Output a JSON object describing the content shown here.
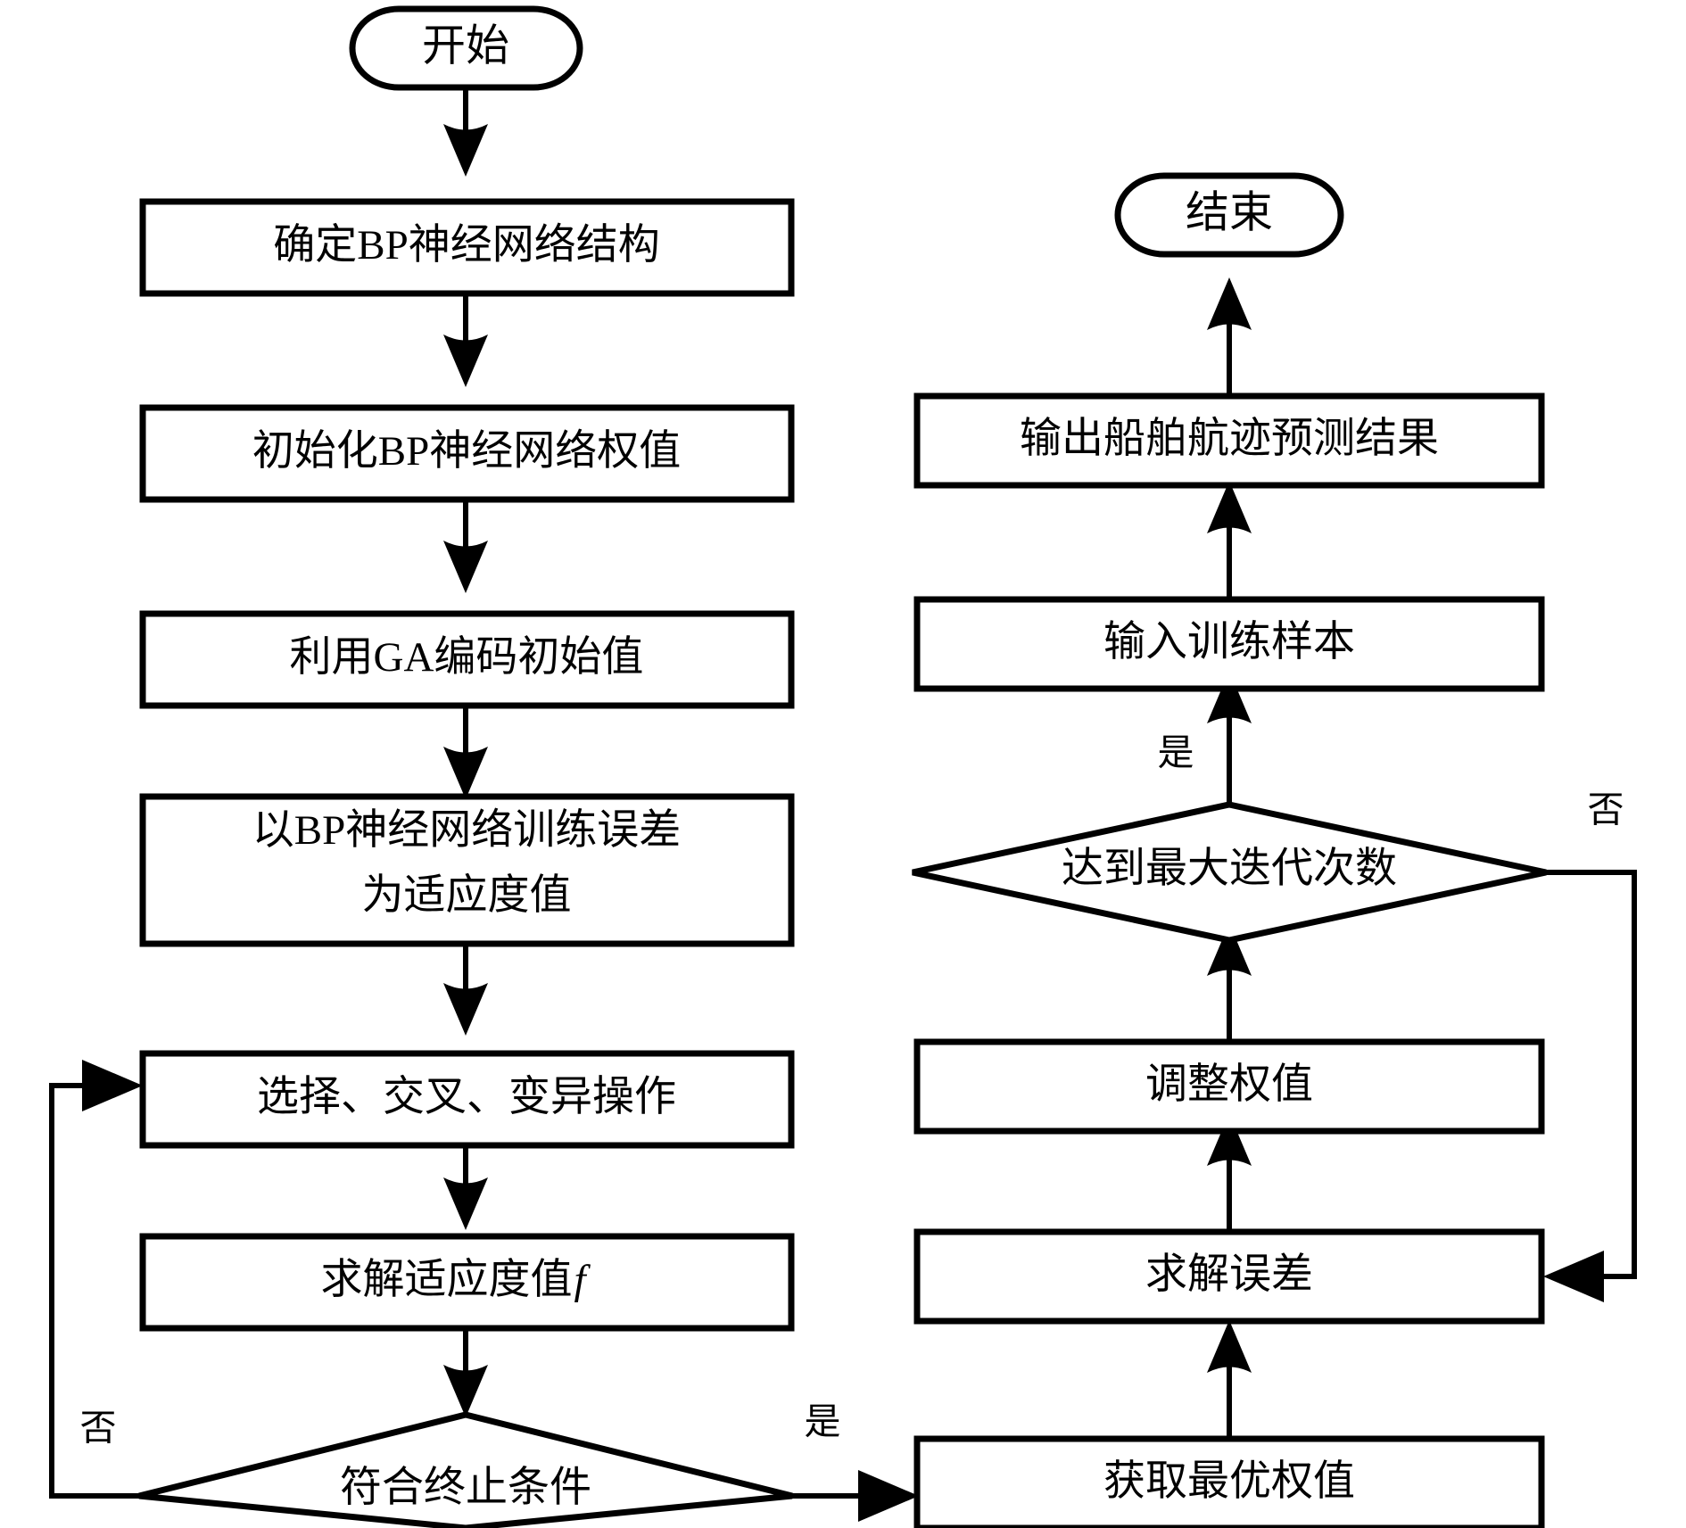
{
  "diagram": {
    "title": "GA-BP neural network ship trajectory prediction flowchart",
    "type": "flowchart",
    "language": "zh-CN",
    "colors": {
      "stroke": "#000000",
      "fill": "#ffffff",
      "background": "#ffffff"
    },
    "nodes": [
      {
        "id": "start",
        "shape": "terminator",
        "text": "开始"
      },
      {
        "id": "structure",
        "shape": "process",
        "text": "确定BP神经网络结构"
      },
      {
        "id": "initweight",
        "shape": "process",
        "text": "初始化BP神经网络权值"
      },
      {
        "id": "gaencode",
        "shape": "process",
        "text": "利用GA编码初始值"
      },
      {
        "id": "fitness",
        "shape": "process",
        "text_line1": "以BP神经网络训练误差",
        "text_line2": "为适应度值"
      },
      {
        "id": "operators",
        "shape": "process",
        "text": "选择、交叉、变异操作"
      },
      {
        "id": "solvefit",
        "shape": "process",
        "text": "求解适应度值",
        "text_italic": "f"
      },
      {
        "id": "terminate",
        "shape": "decision",
        "text": "符合终止条件"
      },
      {
        "id": "bestweight",
        "shape": "process",
        "text": "获取最优权值"
      },
      {
        "id": "solveerr",
        "shape": "process",
        "text": "求解误差"
      },
      {
        "id": "adjust",
        "shape": "process",
        "text": "调整权值"
      },
      {
        "id": "maxiter",
        "shape": "decision",
        "text": "达到最大迭代次数"
      },
      {
        "id": "trainsample",
        "shape": "process",
        "text": "输入训练样本"
      },
      {
        "id": "output",
        "shape": "process",
        "text": "输出船舶航迹预测结果"
      },
      {
        "id": "end",
        "shape": "terminator",
        "text": "结束"
      }
    ],
    "edge_labels": {
      "terminate_no": "否",
      "terminate_yes": "是",
      "maxiter_yes": "是",
      "maxiter_no": "否"
    },
    "edges": [
      {
        "from": "start",
        "to": "structure"
      },
      {
        "from": "structure",
        "to": "initweight"
      },
      {
        "from": "initweight",
        "to": "gaencode"
      },
      {
        "from": "gaencode",
        "to": "fitness"
      },
      {
        "from": "fitness",
        "to": "operators"
      },
      {
        "from": "operators",
        "to": "solvefit"
      },
      {
        "from": "solvefit",
        "to": "terminate"
      },
      {
        "from": "terminate",
        "to": "operators",
        "label": "否"
      },
      {
        "from": "terminate",
        "to": "bestweight",
        "label": "是"
      },
      {
        "from": "bestweight",
        "to": "solveerr"
      },
      {
        "from": "solveerr",
        "to": "adjust"
      },
      {
        "from": "adjust",
        "to": "maxiter"
      },
      {
        "from": "maxiter",
        "to": "trainsample",
        "label": "是"
      },
      {
        "from": "maxiter",
        "to": "solveerr",
        "label": "否"
      },
      {
        "from": "trainsample",
        "to": "output"
      },
      {
        "from": "output",
        "to": "end"
      }
    ]
  }
}
